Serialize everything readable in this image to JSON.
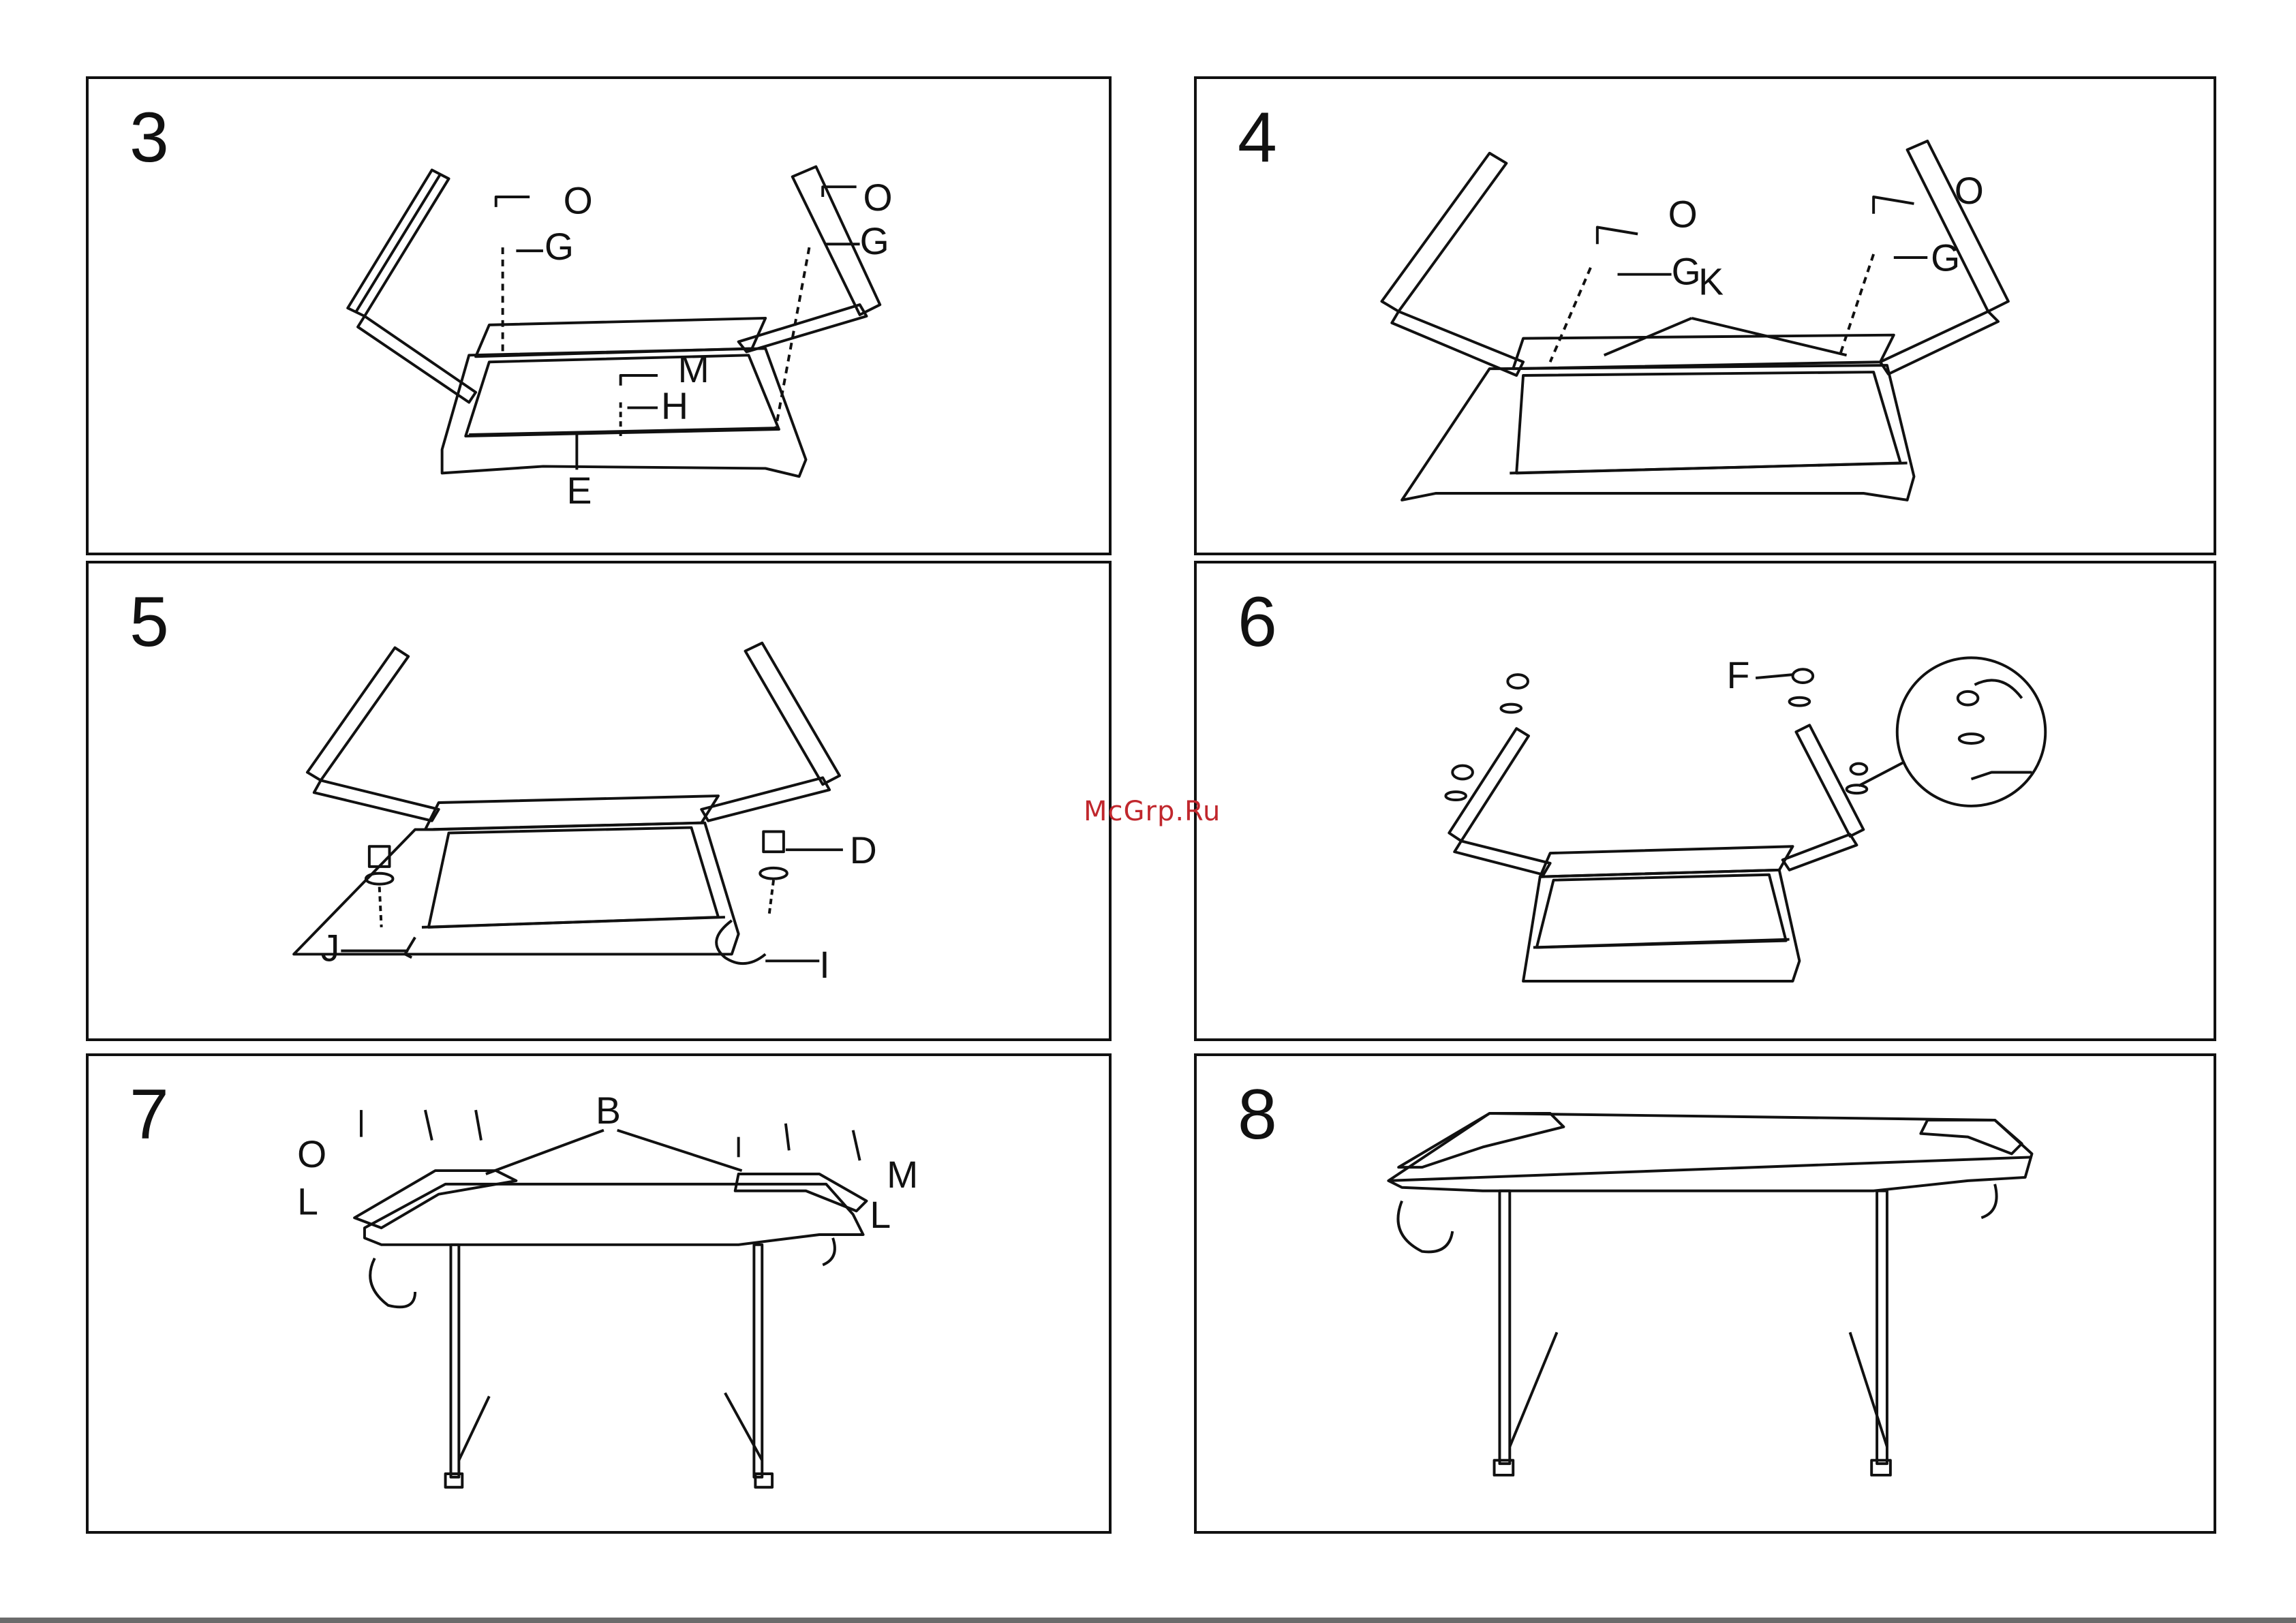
{
  "watermark": "McGrp.Ru",
  "panels": [
    {
      "step": "3",
      "labels": {
        "o1": "O",
        "g1": "G",
        "o2": "O",
        "g2": "G",
        "m": "M",
        "h": "H",
        "e": "E"
      }
    },
    {
      "step": "4",
      "labels": {
        "o1": "O",
        "g1": "G",
        "k": "K",
        "o2": "O",
        "g2": "G"
      }
    },
    {
      "step": "5",
      "labels": {
        "d": "D",
        "j": "J",
        "i": "I"
      }
    },
    {
      "step": "6",
      "labels": {
        "f": "F"
      }
    },
    {
      "step": "7",
      "labels": {
        "o": "O",
        "l1": "L",
        "b": "B",
        "m": "M",
        "l2": "L"
      }
    },
    {
      "step": "8",
      "labels": {}
    }
  ],
  "colors": {
    "line": "#111111",
    "watermark": "#c0272d"
  }
}
